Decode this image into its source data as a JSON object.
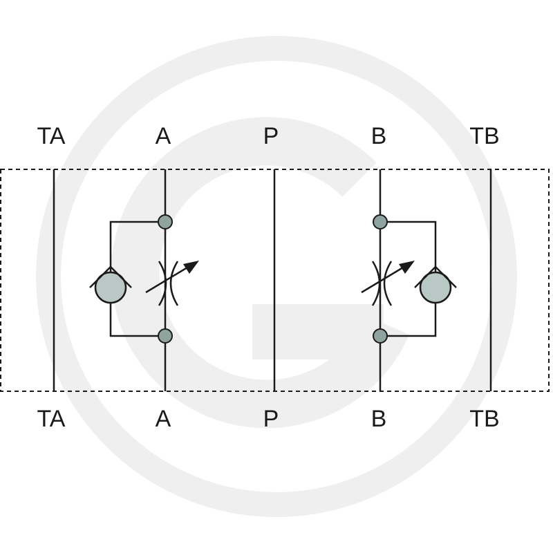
{
  "ports_top": [
    "TA",
    "A",
    "P",
    "B",
    "TB"
  ],
  "ports_bottom": [
    "TA",
    "A",
    "P",
    "B",
    "TB"
  ],
  "colors": {
    "line": "#1a1a1a",
    "node_fill": "#8fa39f",
    "ball_fill": "#b9c8c4",
    "watermark": "#efefef",
    "background": "#ffffff"
  },
  "components": {
    "left_section": [
      "check-valve",
      "adjustable-throttle"
    ],
    "right_section": [
      "adjustable-throttle",
      "check-valve"
    ]
  }
}
